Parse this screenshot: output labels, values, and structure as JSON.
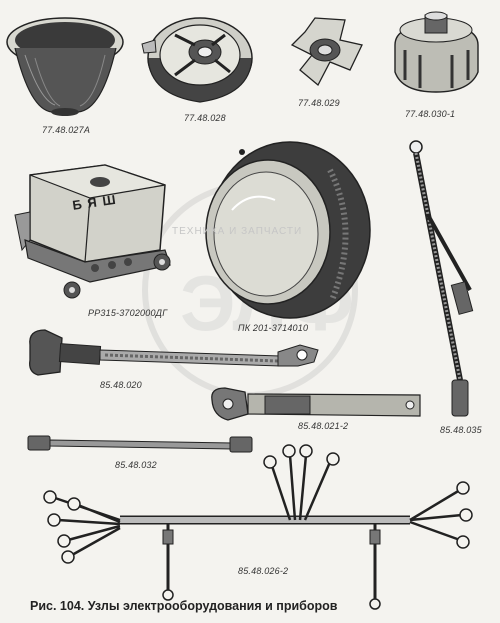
{
  "labels": {
    "p1": "77.48.027А",
    "p2": "77.48.028",
    "p3": "77.48.029",
    "p4": "77.48.030-1",
    "regulator": "РР315-3702000ДГ",
    "lamp": "ПК 201-3714010",
    "cable1": "85.48.020",
    "cable2": "85.48.021-2",
    "cable3": "85.48.032",
    "cable4": "85.48.035",
    "harness": "85.48.026-2"
  },
  "regulator_letters": "БЯШ",
  "watermark": "ТЕХНИКА И ЗАПЧАСТИ",
  "caption": "Рис. 104. Узлы электрооборудования и приборов"
}
